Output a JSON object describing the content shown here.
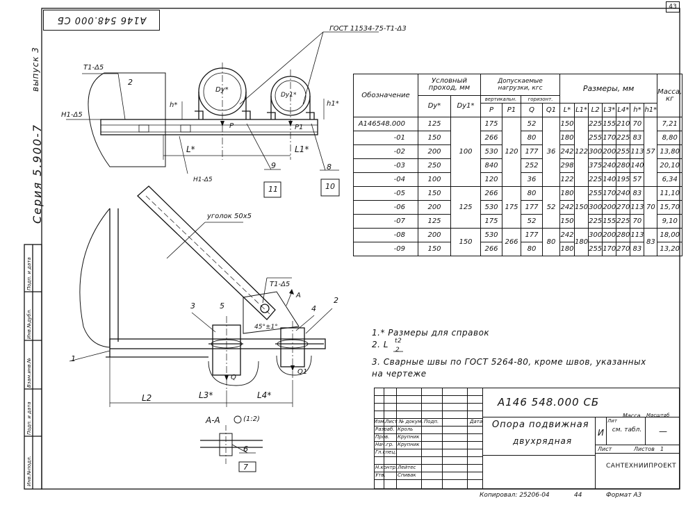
{
  "sheet": {
    "page_number": "43",
    "doc_code_top": "А146 548.000 СБ",
    "series": "Серия 5.900-7",
    "issue": "выпуск 3",
    "side_cells": [
      "Инв.№подл.",
      "Подп. и дата",
      "Взам.инв.№",
      "Инв.№дубл.",
      "Подп. и дата"
    ]
  },
  "drawing": {
    "gost_label": "ГОСТ 11534-75-Т1-Δ3",
    "t1_label": "Т1-Δ5",
    "h1_label": "Н1-Δ5",
    "h1_label2": "Н1-Δ5",
    "t1_label2": "Т1-Δ5",
    "angle_label": "уголок 50х5",
    "dy": "Dy*",
    "dy1": "Dy1*",
    "h_star": "h*",
    "h1_star": "h1*",
    "L_star": "L*",
    "L1_star": "L1*",
    "L2": "L2",
    "L3": "L3*",
    "L4": "L4*",
    "P": "P",
    "P1": "P1",
    "Q": "Q",
    "Q1": "Q1",
    "A": "А",
    "angle45": "45°±1°",
    "section": "А-А",
    "section_scale": "(1:2)",
    "callouts": [
      "1",
      "2",
      "3",
      "4",
      "5",
      "6",
      "7",
      "8",
      "9",
      "10",
      "11"
    ]
  },
  "spec_table": {
    "h_designation": "Обозначение",
    "h_nominal": "Условный проход, мм",
    "h_dy": "Dy*",
    "h_dy1": "Dy1*",
    "h_loads": "Допускаемые нагрузки, кгс",
    "h_vert": "вертикальн.",
    "h_horiz": "горизонт.",
    "h_p": "P",
    "h_p1": "P1",
    "h_q": "Q",
    "h_q1": "Q1",
    "h_sizes": "Размеры, мм",
    "h_mass": "Масса, кг",
    "dims": [
      "L*",
      "L1*",
      "L2",
      "L3*",
      "L4*",
      "h*",
      "h1*"
    ],
    "rows": [
      {
        "des": "А146548.000",
        "dy": "125",
        "p": "175",
        "q": "52",
        "L": "150",
        "L2": "225",
        "L3": "155",
        "L4": "210",
        "h": "70",
        "m": "7,21"
      },
      {
        "des": "-01",
        "dy": "150",
        "p": "266",
        "q": "80",
        "L": "180",
        "L2": "255",
        "L3": "170",
        "L4": "225",
        "h": "83",
        "m": "8,80"
      },
      {
        "des": "-02",
        "dy": "200",
        "p": "530",
        "q": "177",
        "L": "242",
        "L2": "300",
        "L3": "200",
        "L4": "255",
        "h": "113",
        "m": "13,80"
      },
      {
        "des": "-03",
        "dy": "250",
        "p": "840",
        "q": "252",
        "L": "298",
        "L2": "375",
        "L3": "240",
        "L4": "280",
        "h": "140",
        "m": "20,10"
      },
      {
        "des": "-04",
        "dy": "100",
        "p": "120",
        "q": "36",
        "L": "122",
        "L2": "225",
        "L3": "140",
        "L4": "195",
        "h": "57",
        "m": "6,34"
      },
      {
        "des": "-05",
        "dy": "150",
        "p": "266",
        "q": "80",
        "L": "180",
        "L2": "255",
        "L3": "170",
        "L4": "240",
        "h": "83",
        "m": "11,10"
      },
      {
        "des": "-06",
        "dy": "200",
        "p": "530",
        "q": "177",
        "L": "242",
        "L2": "300",
        "L3": "200",
        "L4": "270",
        "h": "113",
        "m": "15,70"
      },
      {
        "des": "-07",
        "dy": "125",
        "p": "175",
        "q": "52",
        "L": "150",
        "L2": "225",
        "L3": "155",
        "L4": "225",
        "h": "70",
        "m": "9,10"
      },
      {
        "des": "-08",
        "dy": "200",
        "p": "530",
        "q": "177",
        "L": "242",
        "L2": "300",
        "L3": "200",
        "L4": "280",
        "h": "113",
        "m": "18,00"
      },
      {
        "des": "-09",
        "dy": "150",
        "p": "266",
        "q": "80",
        "L": "180",
        "L2": "255",
        "L3": "170",
        "L4": "270",
        "h": "83",
        "m": "13,20"
      }
    ],
    "group1": {
      "dy1": "100",
      "p1": "120",
      "q1": "36",
      "L1": "122",
      "h1": "57"
    },
    "group2": {
      "dy1": "125",
      "p1": "175",
      "q1": "52",
      "L1": "150",
      "h1": "70"
    },
    "group3": {
      "dy1": "150",
      "p1": "266",
      "q1": "80",
      "L1": "180",
      "h1": "83"
    }
  },
  "notes": {
    "n1": "1.* Размеры для справок",
    "n2a": "2.",
    "n2b": "L",
    "n2c": "t2",
    "n2d": "2",
    "n3": "3. Сварные швы по ГОСТ 5264-80, кроме швов, указанных",
    "n3b": "на чертеже"
  },
  "title_block": {
    "doc_code": "А146 548.000 СБ",
    "name1": "Опора подвижная",
    "name2": "двухрядная",
    "lit_h": "Лит",
    "mass_h": "Масса",
    "scale_h": "Масштаб",
    "lit": "И",
    "mass": "см. табл.",
    "scale": "—",
    "sheet_h": "Лист",
    "sheets_h": "Листов",
    "sheets": "1",
    "org": "САНТЕХНИИПРОЕКТ",
    "hdr": [
      "Изм.",
      "Лист",
      "№ докум.",
      "Подп.",
      "Дата"
    ],
    "people": [
      {
        "role": "Разраб.",
        "name": "Кроль"
      },
      {
        "role": "Пров.",
        "name": "Крупник"
      },
      {
        "role": "Нач.гр.",
        "name": "Крупник"
      },
      {
        "role": "Гл.спец.",
        "name": ""
      },
      {
        "role": "Н.контр.",
        "name": "Лейтес"
      },
      {
        "role": "Утв.",
        "name": "Спивак"
      }
    ],
    "copied": "Копировал: 25206-04",
    "copied_n": "44",
    "format": "Формат А3"
  }
}
